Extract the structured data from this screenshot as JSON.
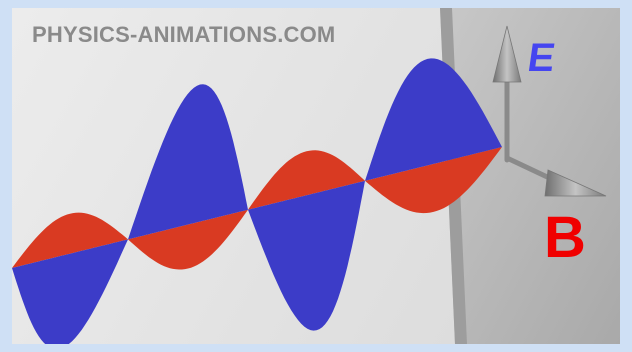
{
  "watermark": "PHYSICS-ANIMATIONS.COM",
  "labels": {
    "electric": "E",
    "magnetic": "B"
  },
  "colors": {
    "electric_field": "#3c3cc8",
    "magnetic_field": "#d93a22",
    "axis_arrows": "#8f8f8f",
    "panel": "#b9b9b9",
    "background": "#e4e4e4",
    "border": "#cfe0f5"
  }
}
